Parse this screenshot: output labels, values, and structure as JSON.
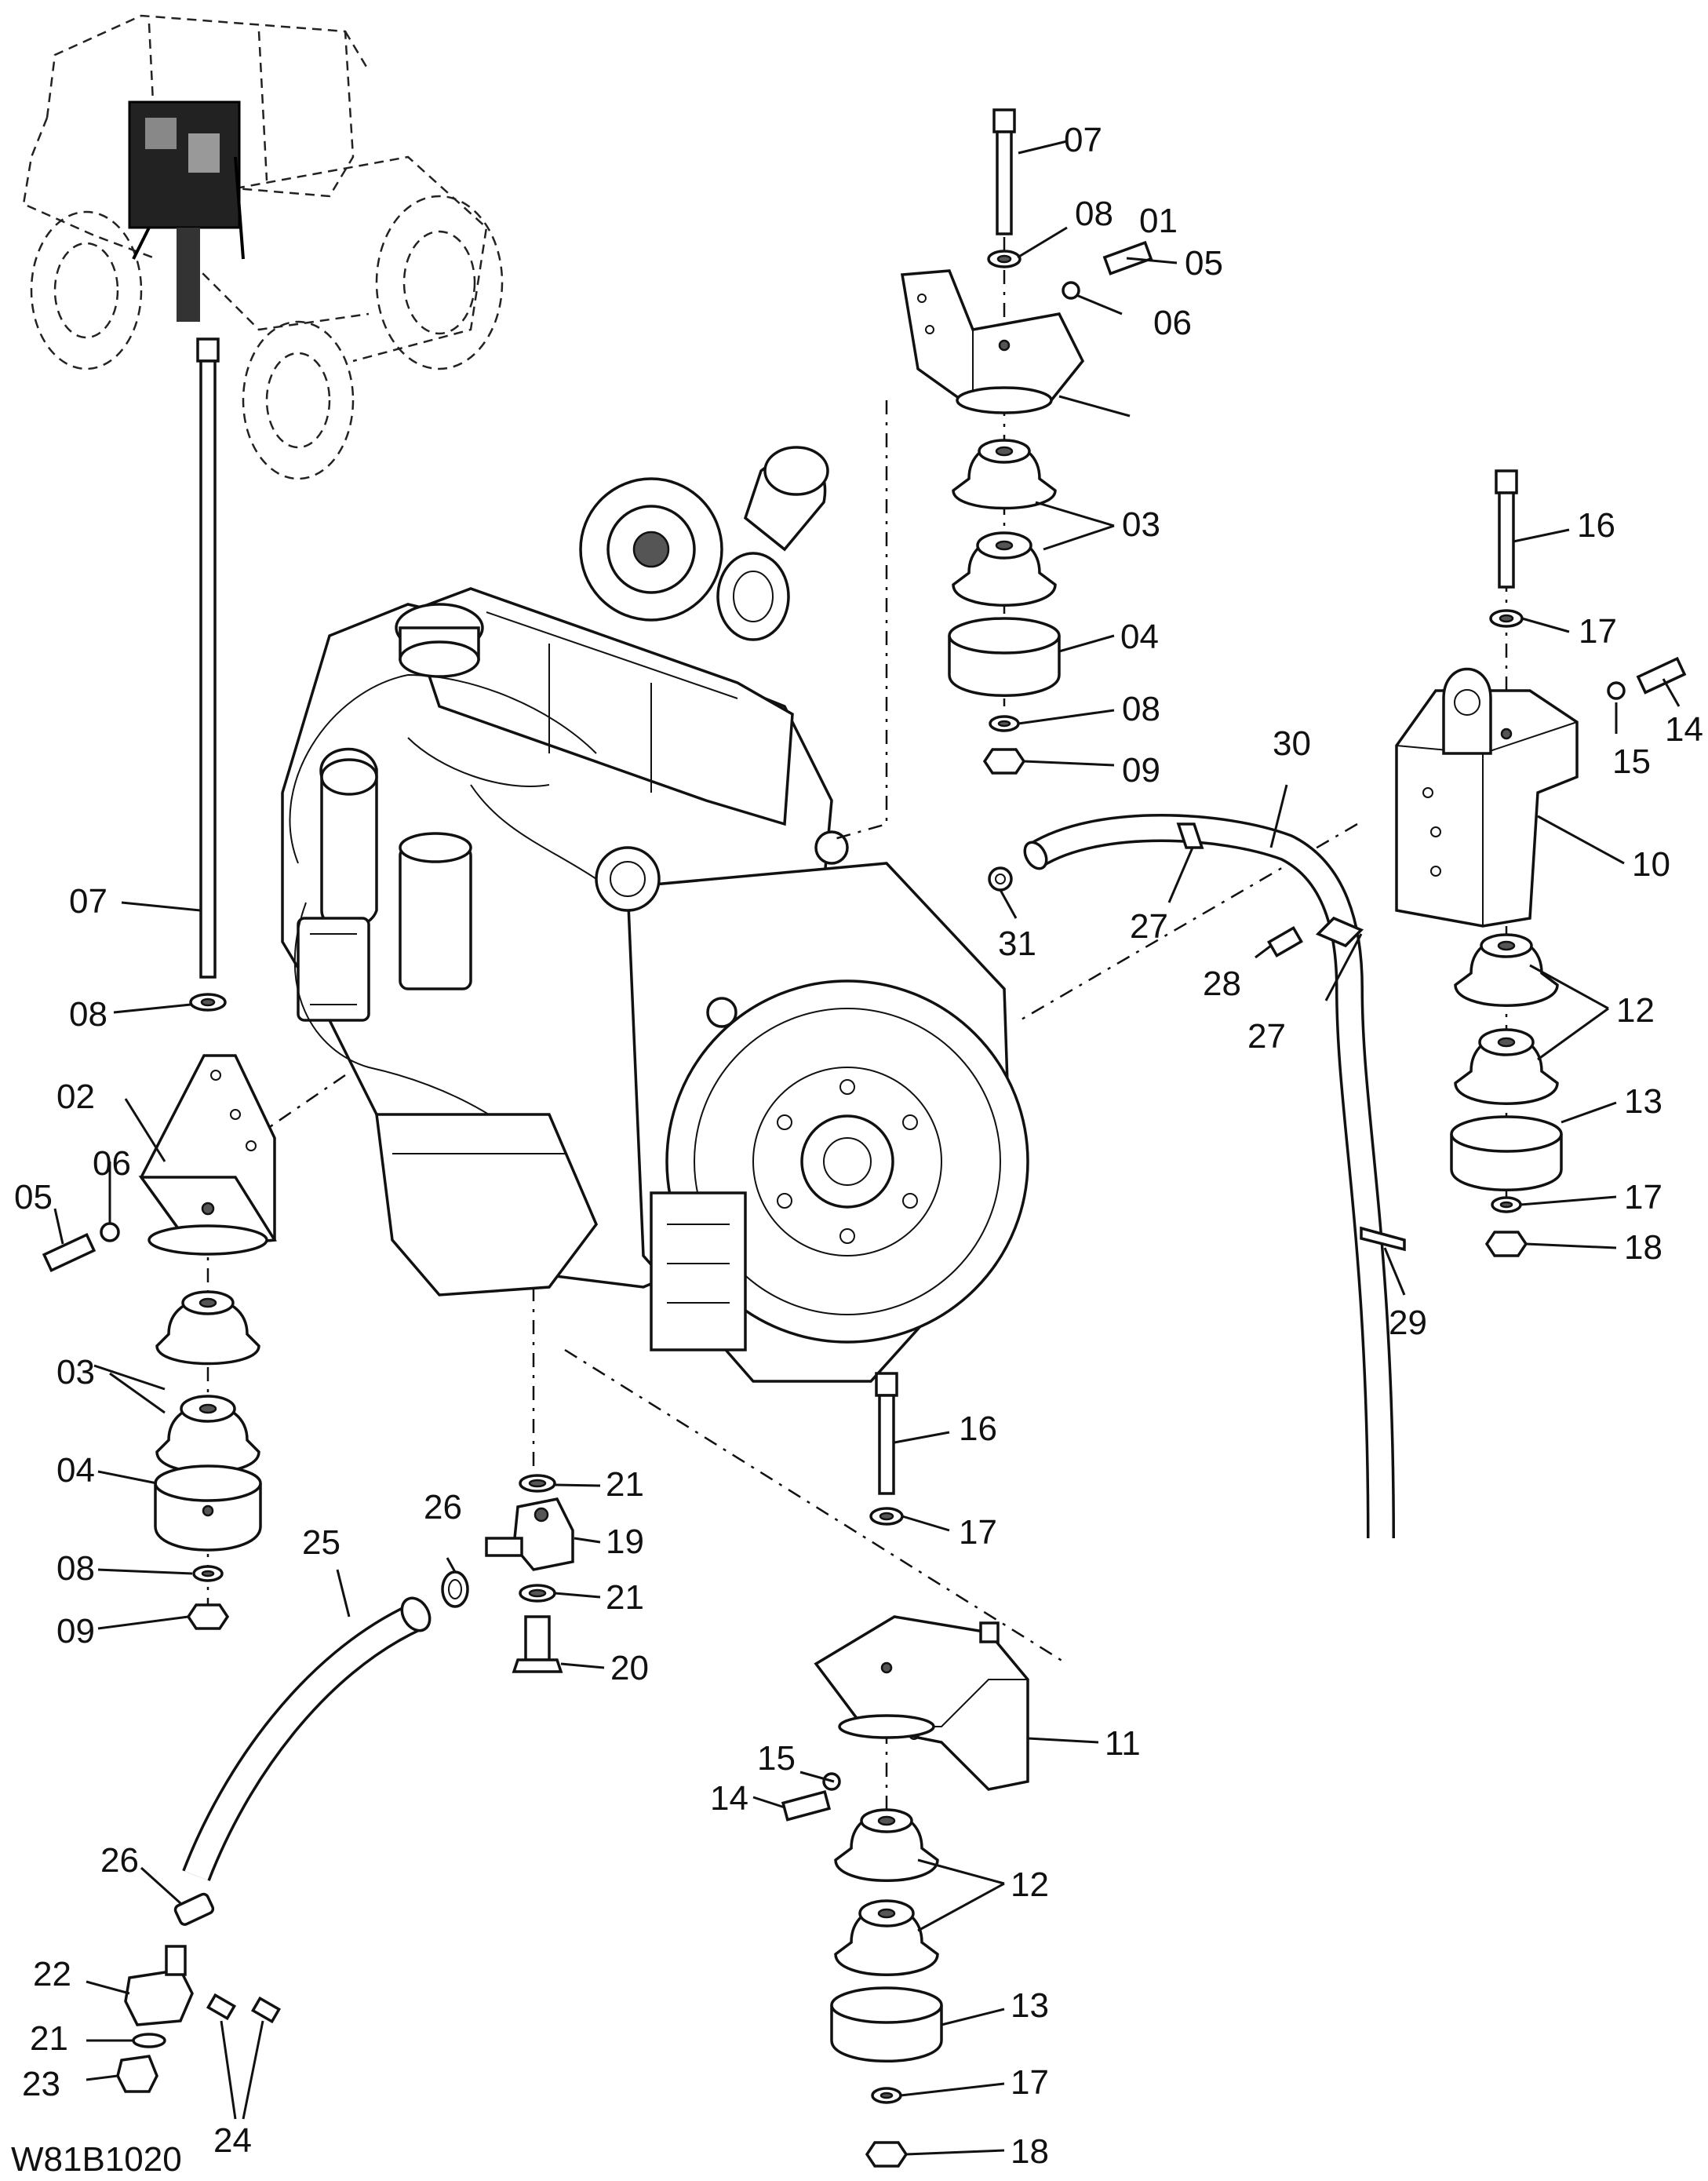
{
  "diagram_code": "W81B1020",
  "labels": {
    "l01": "01",
    "l02": "02",
    "l03a": "03",
    "l03b": "03",
    "l04a": "04",
    "l04b": "04",
    "l05a": "05",
    "l05b": "05",
    "l06a": "06",
    "l06b": "06",
    "l07a": "07",
    "l07b": "07",
    "l08a": "08",
    "l08b": "08",
    "l08c": "08",
    "l08d": "08",
    "l09a": "09",
    "l09b": "09",
    "l10": "10",
    "l11": "11",
    "l12a": "12",
    "l12b": "12",
    "l13a": "13",
    "l13b": "13",
    "l14a": "14",
    "l14b": "14",
    "l15a": "15",
    "l15b": "15",
    "l16a": "16",
    "l16b": "16",
    "l17a": "17",
    "l17b": "17",
    "l17c": "17",
    "l17d": "17",
    "l18a": "18",
    "l18b": "18",
    "l19": "19",
    "l20": "20",
    "l21a": "21",
    "l21b": "21",
    "l21c": "21",
    "l22": "22",
    "l23": "23",
    "l24": "24",
    "l25": "25",
    "l26a": "26",
    "l26b": "26",
    "l27a": "27",
    "l27b": "27",
    "l28": "28",
    "l29": "29",
    "l30": "30",
    "l31": "31"
  }
}
